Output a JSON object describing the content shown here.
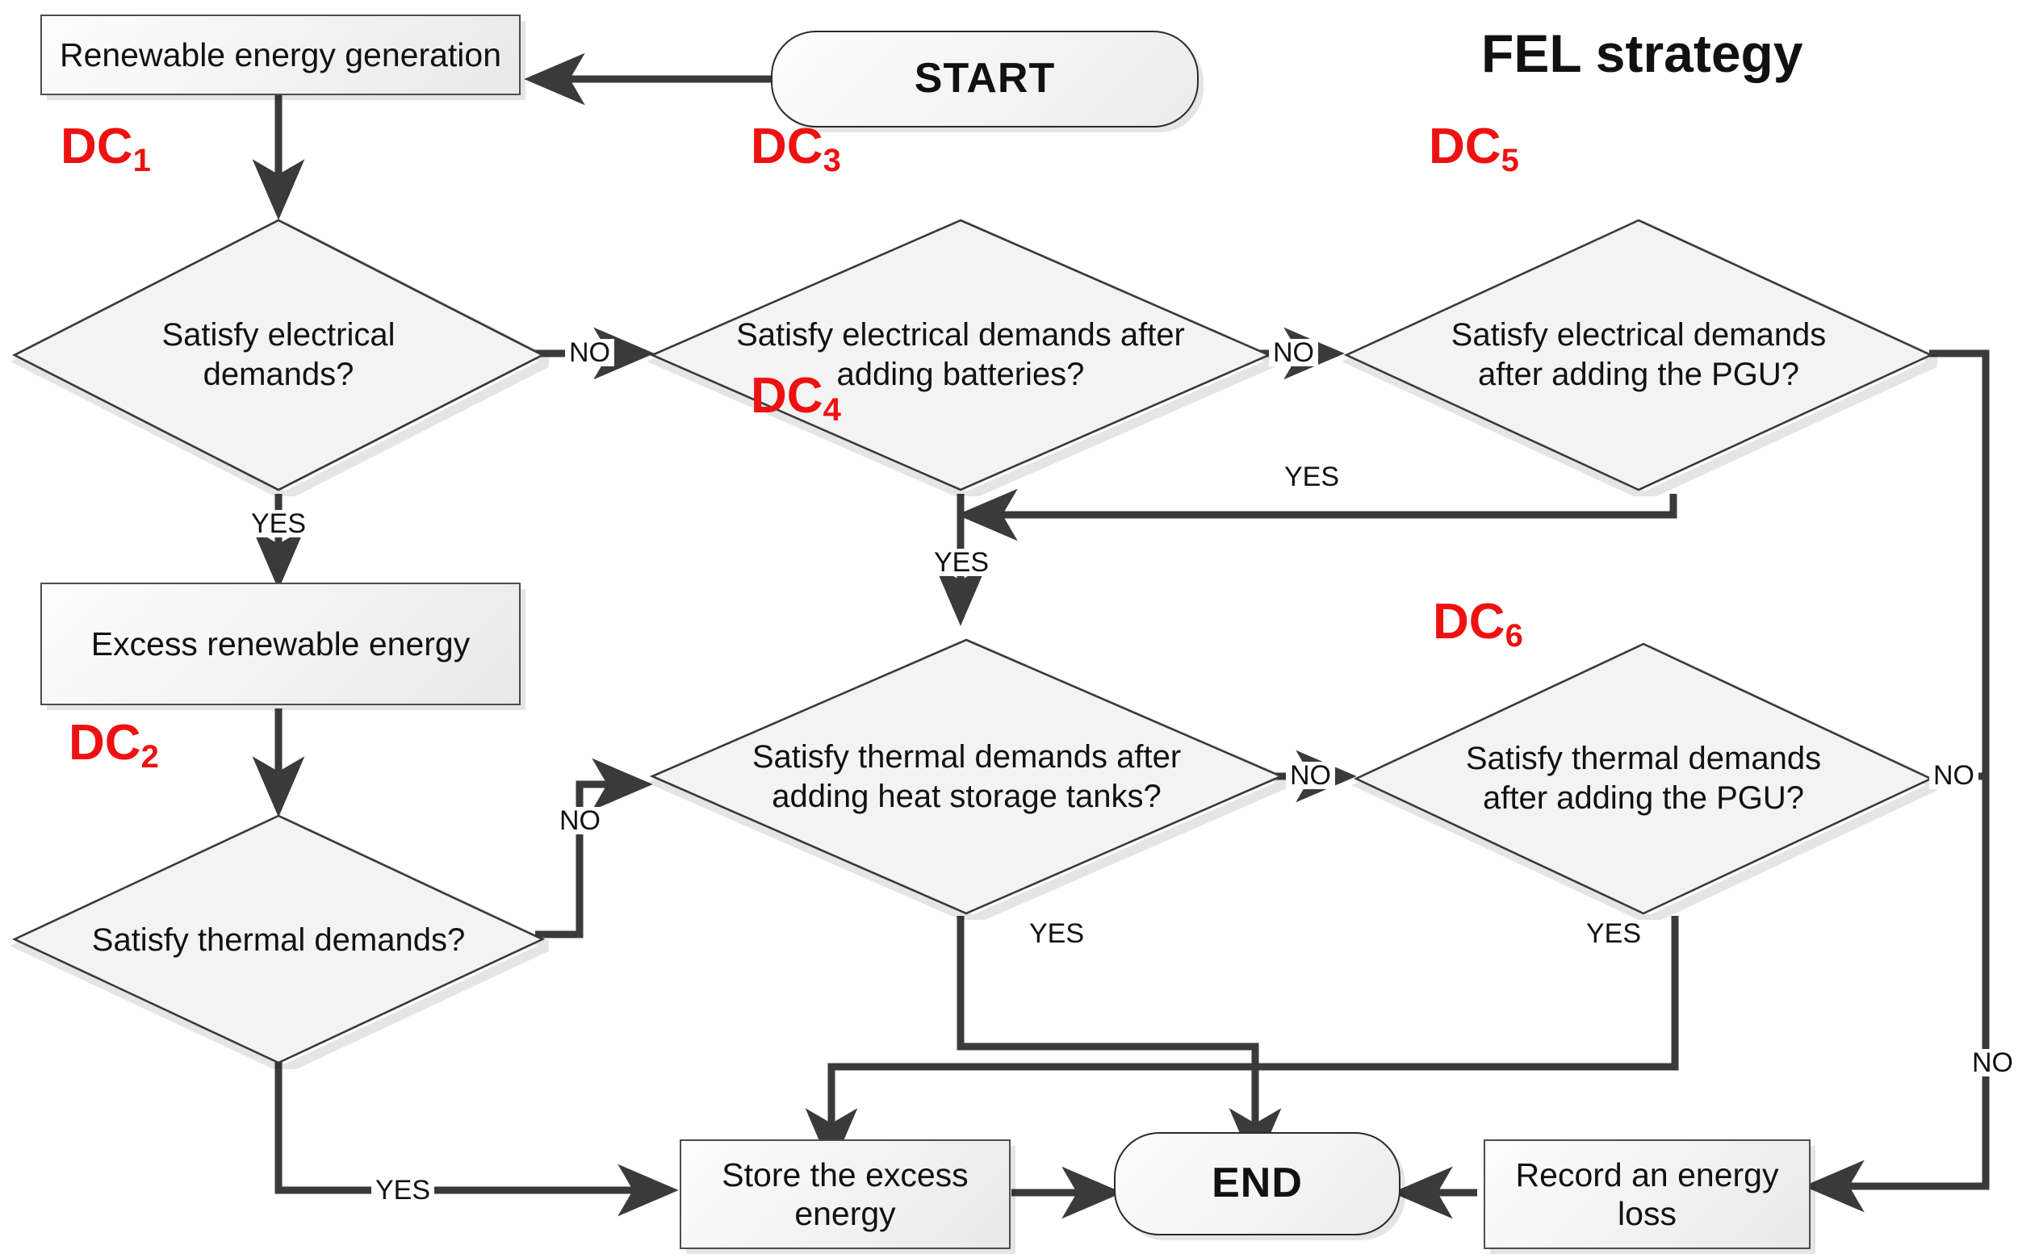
{
  "title": "FEL strategy",
  "nodes": {
    "start": {
      "label": "START",
      "type": "terminator"
    },
    "end": {
      "label": "END",
      "type": "terminator"
    },
    "renewable_generation": {
      "label": "Renewable energy generation",
      "type": "process"
    },
    "excess_renewable": {
      "label": "Excess renewable energy",
      "type": "process"
    },
    "store_excess": {
      "label": "Store the excess energy",
      "type": "process"
    },
    "record_loss": {
      "label": "Record an energy loss",
      "type": "process"
    },
    "dc1": {
      "tag": "DC",
      "sub": "1",
      "label": "Satisfy electrical demands?",
      "type": "decision"
    },
    "dc2": {
      "tag": "DC",
      "sub": "2",
      "label": "Satisfy thermal demands?",
      "type": "decision"
    },
    "dc3": {
      "tag": "DC",
      "sub": "3",
      "label": "Satisfy electrical demands after adding batteries?",
      "type": "decision"
    },
    "dc4": {
      "tag": "DC",
      "sub": "4",
      "label": "Satisfy thermal demands after adding heat storage tanks?",
      "type": "decision"
    },
    "dc5": {
      "tag": "DC",
      "sub": "5",
      "label": "Satisfy electrical demands after adding the PGU?",
      "type": "decision"
    },
    "dc6": {
      "tag": "DC",
      "sub": "6",
      "label": "Satisfy thermal demands after adding the PGU?",
      "type": "decision"
    }
  },
  "edge_labels": {
    "dc1_no": "NO",
    "dc1_yes": "YES",
    "dc2_no": "NO",
    "dc2_yes": "YES",
    "dc3_no": "NO",
    "dc3_yes": "YES",
    "dc4_no": "NO",
    "dc4_yes": "YES",
    "dc5_yes": "YES",
    "dc5_no": "NO",
    "dc6_no": "NO",
    "dc6_yes": "YES"
  },
  "colors": {
    "decision_tag": "#ee1111",
    "line": "#3a3a3a",
    "node_fill": "#f2f2f2",
    "node_border": "#4d4d4d",
    "text": "#111111",
    "background": "#ffffff"
  }
}
